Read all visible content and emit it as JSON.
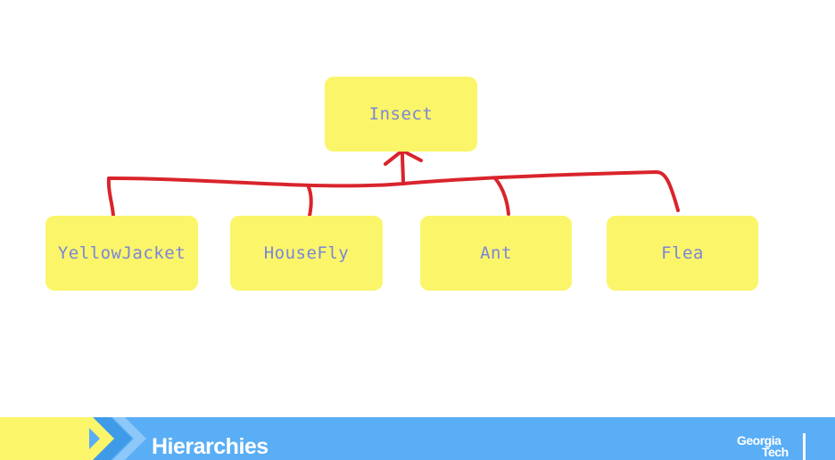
{
  "diagram": {
    "root": {
      "label": "Insect"
    },
    "children": [
      {
        "label": "YellowJacket"
      },
      {
        "label": "HouseFly"
      },
      {
        "label": "Ant"
      },
      {
        "label": "Flea"
      }
    ],
    "colors": {
      "node_fill": "#fbf56a",
      "node_text": "#7a86d8",
      "connector": "#d9242c"
    }
  },
  "footer": {
    "title": "Hierarchies",
    "band_color": "#5aaef5",
    "accent_color": "#fbf56a",
    "logo": {
      "line1": "Georgia",
      "line2": "Tech"
    }
  }
}
